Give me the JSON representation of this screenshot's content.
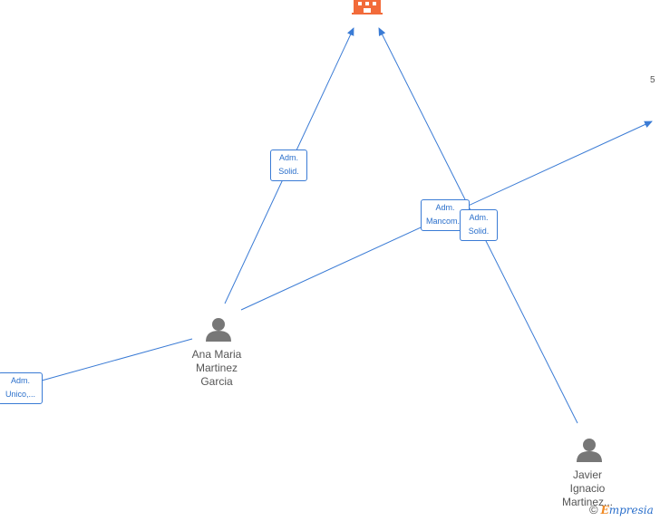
{
  "graph": {
    "side_text": "5",
    "people": [
      {
        "id": "ana",
        "name_lines": [
          "Ana Maria",
          "Martinez",
          "Garcia"
        ]
      },
      {
        "id": "javier",
        "name_lines": [
          "Javier",
          "Ignacio",
          "Martinez..."
        ]
      }
    ],
    "edge_labels": [
      {
        "id": "lbl-ana-company",
        "lines": [
          "Adm.",
          "Solid."
        ]
      },
      {
        "id": "lbl-ana-right",
        "lines": [
          "Adm.",
          "Mancom..."
        ]
      },
      {
        "id": "lbl-javier-company",
        "lines": [
          "Adm.",
          "Solid."
        ]
      },
      {
        "id": "lbl-ana-left",
        "lines": [
          "Adm.",
          "Unico,..."
        ]
      }
    ]
  },
  "footer": {
    "copyright": "©",
    "brand_initial": "E",
    "brand_rest": "mpresia"
  },
  "colors": {
    "edge": "#3a7bd5",
    "company_icon": "#f26b3a",
    "person_icon": "#777777"
  }
}
